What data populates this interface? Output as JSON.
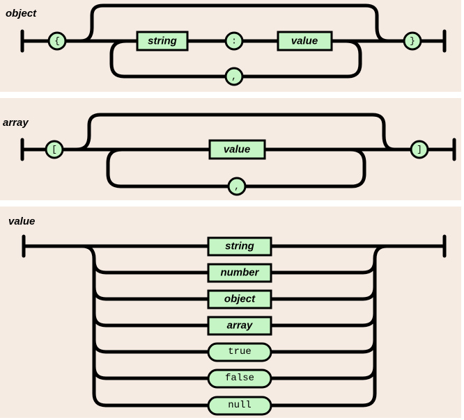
{
  "object_diagram": {
    "title": "object",
    "open_brace": "{",
    "close_brace": "}",
    "string": "string",
    "colon": ":",
    "value": "value",
    "comma": ","
  },
  "array_diagram": {
    "title": "array",
    "open_bracket": "[",
    "close_bracket": "]",
    "value": "value",
    "comma": ","
  },
  "value_diagram": {
    "title": "value",
    "string": "string",
    "number": "number",
    "object": "object",
    "array": "array",
    "true": "true",
    "false": "false",
    "null": "null"
  },
  "colors": {
    "panel_background": "#f5ebe3",
    "node_fill": "#c5f5c5",
    "line": "#000000"
  }
}
